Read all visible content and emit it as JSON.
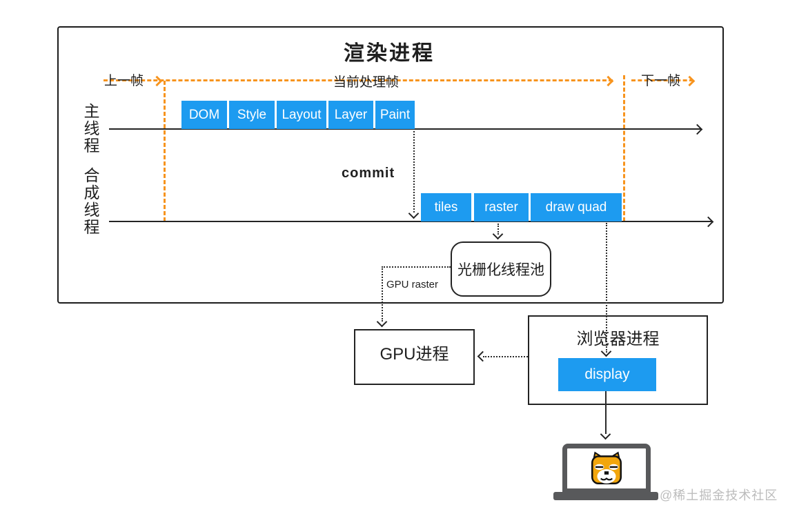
{
  "title": "渲染进程",
  "timeline": {
    "prev_frame": "上一帧",
    "current_frame": "当前处理帧",
    "next_frame": "下一帧"
  },
  "threads": {
    "main_label": "主线程",
    "compositor_label": "合成线程"
  },
  "main_stages": [
    "DOM",
    "Style",
    "Layout",
    "Layer",
    "Paint"
  ],
  "compositor_stages": [
    "tiles",
    "raster",
    "draw quad"
  ],
  "labels": {
    "commit": "commit",
    "gpu_raster": "GPU raster"
  },
  "nodes": {
    "raster_pool": "光栅化线程池",
    "gpu_process": "GPU进程",
    "browser_process": "浏览器进程",
    "display": "display"
  },
  "icons": {
    "laptop": "laptop-icon",
    "doge": "doge-icon"
  },
  "colors": {
    "stage_blue": "#1d9bf0",
    "frame_orange": "#f7941e",
    "ink": "#1f1f1f",
    "laptop_gray": "#58595b",
    "watermark_gray": "#bcbcbc",
    "doge_yellow": "#f2a60d"
  },
  "watermark": "@稀土掘金技术社区"
}
